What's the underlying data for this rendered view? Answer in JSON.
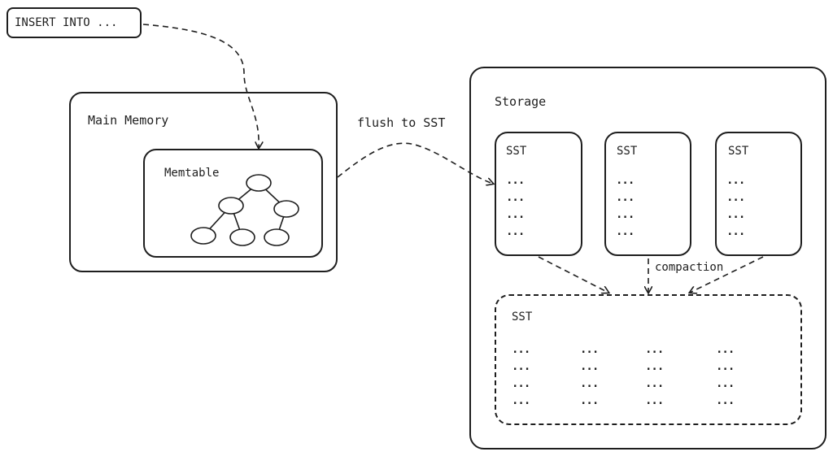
{
  "query_box": {
    "text": "INSERT INTO ..."
  },
  "main_memory": {
    "title": "Main Memory",
    "memtable": {
      "title": "Memtable"
    }
  },
  "flush_label": "flush to SST",
  "storage": {
    "title": "Storage",
    "sst_tables": [
      {
        "title": "SST",
        "rows": [
          "...",
          "...",
          "...",
          "..."
        ]
      },
      {
        "title": "SST",
        "rows": [
          "...",
          "...",
          "...",
          "..."
        ]
      },
      {
        "title": "SST",
        "rows": [
          "...",
          "...",
          "...",
          "..."
        ]
      }
    ],
    "compaction_label": "compaction",
    "merged_sst": {
      "title": "SST",
      "columns": [
        [
          "...",
          "...",
          "...",
          "..."
        ],
        [
          "...",
          "...",
          "...",
          "..."
        ],
        [
          "...",
          "...",
          "...",
          "..."
        ],
        [
          "...",
          "...",
          "...",
          "..."
        ]
      ]
    }
  },
  "colors": {
    "stroke": "#1e1e1e",
    "background": "#ffffff"
  }
}
